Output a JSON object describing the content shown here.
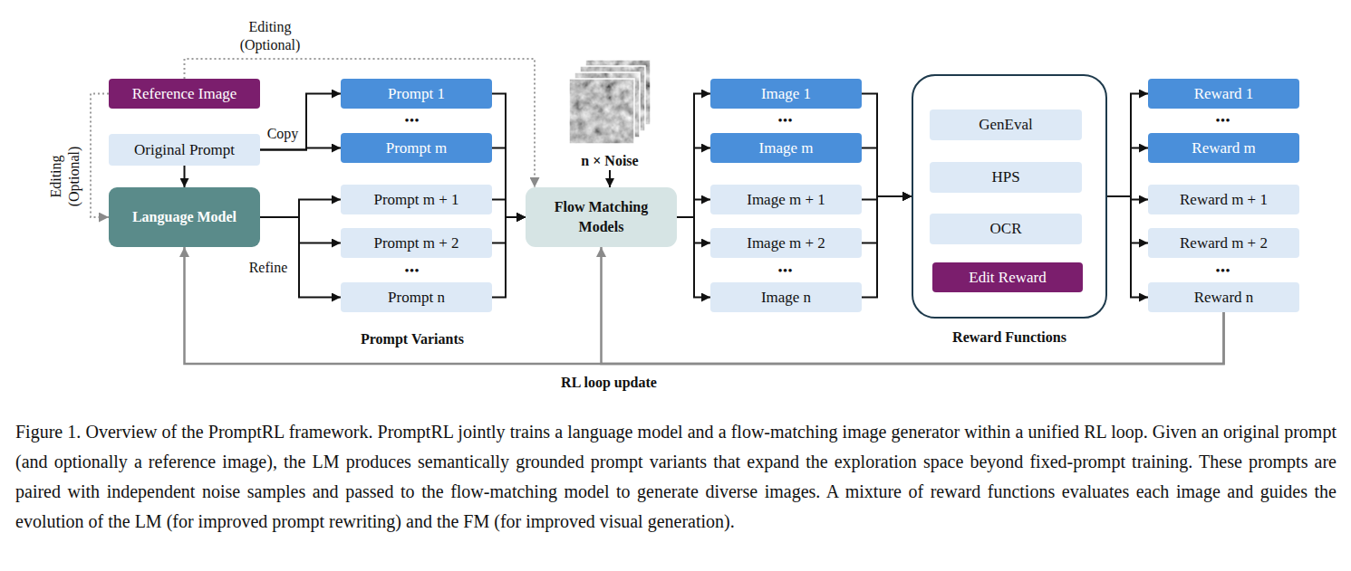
{
  "diagram": {
    "caption": "Figure 1. Overview of the PromptRL framework. PromptRL jointly trains a language model and a flow-matching image generator within a unified RL loop. Given an original prompt (and optionally a reference image), the LM produces semantically grounded prompt variants that expand the exploration space beyond fixed-prompt training. These prompts are paired with independent noise samples and passed to the flow-matching model to generate diverse images. A mixture of reward functions evaluates each image and guides the evolution of the LM (for improved prompt rewriting) and the FM (for improved visual generation).",
    "nodes": [
      {
        "text": [
          "Reference Image"
        ]
      },
      {
        "text": [
          "Original Prompt"
        ]
      },
      {
        "text": [
          "Language Model"
        ]
      },
      {
        "text": [
          "Prompt 1"
        ]
      },
      {
        "text": [
          "Prompt m"
        ]
      },
      {
        "text": [
          "Prompt m + 1"
        ]
      },
      {
        "text": [
          "Prompt m + 2"
        ]
      },
      {
        "text": [
          "Prompt n"
        ]
      },
      {
        "text": [
          "n × Noise"
        ]
      },
      {
        "text": [
          "Flow Matching Models"
        ]
      },
      {
        "text": [
          "Image 1"
        ]
      },
      {
        "text": [
          "Image m"
        ]
      },
      {
        "text": [
          "Image m + 1"
        ]
      },
      {
        "text": [
          "Image m + 2"
        ]
      },
      {
        "text": [
          "Image n"
        ]
      },
      {
        "text": [
          "Reward Functions"
        ]
      },
      {
        "text": [
          "GenEval"
        ],
        "in": 15
      },
      {
        "text": [
          "HPS"
        ],
        "in": 15
      },
      {
        "text": [
          "OCR"
        ],
        "in": 15
      },
      {
        "text": [
          "Edit Reward"
        ],
        "in": 15
      },
      {
        "text": [
          "Reward 1"
        ]
      },
      {
        "text": [
          "Reward m"
        ]
      },
      {
        "text": [
          "Reward m + 1"
        ]
      },
      {
        "text": [
          "Reward m + 2"
        ]
      },
      {
        "text": [
          "Reward n"
        ]
      }
    ],
    "edges": [
      {
        "from": 0,
        "to": 9,
        "arrow": "to",
        "label": "Editing (Optional)"
      },
      {
        "from": 0,
        "to": 2,
        "arrow": "to",
        "label": "Editing (Optional)"
      },
      {
        "from": 1,
        "to": 2,
        "arrow": "to"
      },
      {
        "from": 1,
        "to": 3,
        "arrow": "to",
        "label": "Copy"
      },
      {
        "from": 1,
        "to": 4,
        "arrow": "to"
      },
      {
        "from": 2,
        "to": 5,
        "arrow": "to"
      },
      {
        "from": 2,
        "to": 6,
        "arrow": "to"
      },
      {
        "from": 2,
        "to": 7,
        "arrow": "to",
        "label": "Refine"
      },
      {
        "from": 3,
        "to": 9,
        "arrow": "to"
      },
      {
        "from": 4,
        "to": 9,
        "arrow": "to"
      },
      {
        "from": 5,
        "to": 9,
        "arrow": "to"
      },
      {
        "from": 6,
        "to": 9,
        "arrow": "to"
      },
      {
        "from": 7,
        "to": 9,
        "arrow": "to"
      },
      {
        "from": 8,
        "to": 9,
        "arrow": "to"
      },
      {
        "from": 9,
        "to": 10,
        "arrow": "to"
      },
      {
        "from": 9,
        "to": 11,
        "arrow": "to"
      },
      {
        "from": 9,
        "to": 12,
        "arrow": "to"
      },
      {
        "from": 9,
        "to": 13,
        "arrow": "to"
      },
      {
        "from": 9,
        "to": 14,
        "arrow": "to"
      },
      {
        "from": 10,
        "to": 15,
        "arrow": "to"
      },
      {
        "from": 11,
        "to": 15,
        "arrow": "to"
      },
      {
        "from": 12,
        "to": 15,
        "arrow": "to"
      },
      {
        "from": 13,
        "to": 15,
        "arrow": "to"
      },
      {
        "from": 14,
        "to": 15,
        "arrow": "to"
      },
      {
        "from": 15,
        "to": 20,
        "arrow": "to"
      },
      {
        "from": 15,
        "to": 21,
        "arrow": "to"
      },
      {
        "from": 15,
        "to": 22,
        "arrow": "to"
      },
      {
        "from": 15,
        "to": 23,
        "arrow": "to"
      },
      {
        "from": 15,
        "to": 24,
        "arrow": "to"
      },
      {
        "from": 24,
        "to": 2,
        "arrow": "to"
      },
      {
        "from": 24,
        "to": 9,
        "arrow": "to",
        "label": "RL loop update"
      }
    ],
    "labels": [
      "•••",
      "•••",
      "•••",
      "•••",
      "•••",
      "•••",
      "Prompt Variants"
    ]
  }
}
